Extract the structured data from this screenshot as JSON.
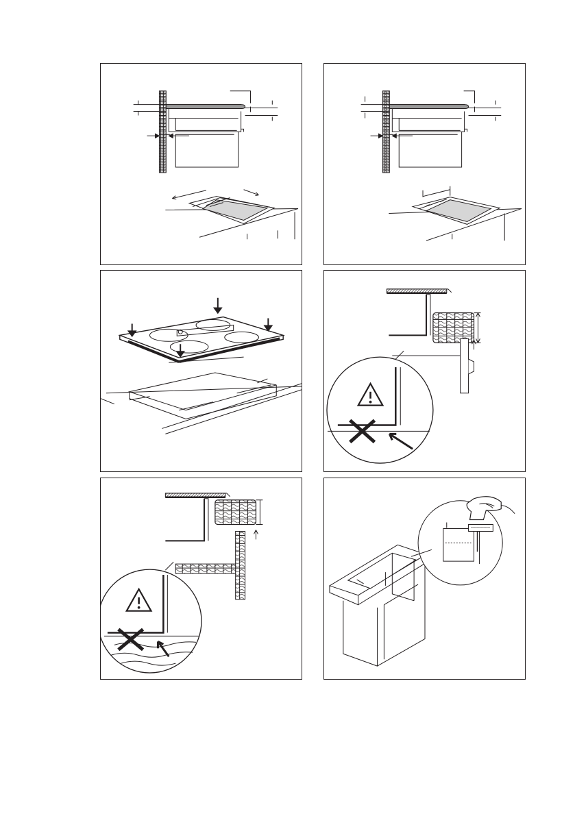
{
  "page": {
    "panels": [
      {
        "id": "p1",
        "content": "hob-side-section-with-wall-and-cutout-dimensions"
      },
      {
        "id": "p2",
        "content": "hob-side-section-with-wall-and-narrow-cutout"
      },
      {
        "id": "p3",
        "content": "hob-lowered-into-sealed-worktop-cutout"
      },
      {
        "id": "p4",
        "content": "drawer-clearance-warning"
      },
      {
        "id": "p5",
        "content": "shelf-clearance-warning"
      },
      {
        "id": "p6",
        "content": "cabinet-panel-cut-with-jigsaw"
      }
    ]
  },
  "icons": [
    "warning-triangle-icon",
    "cross-icon",
    "arrow-icon",
    "jigsaw-icon"
  ]
}
